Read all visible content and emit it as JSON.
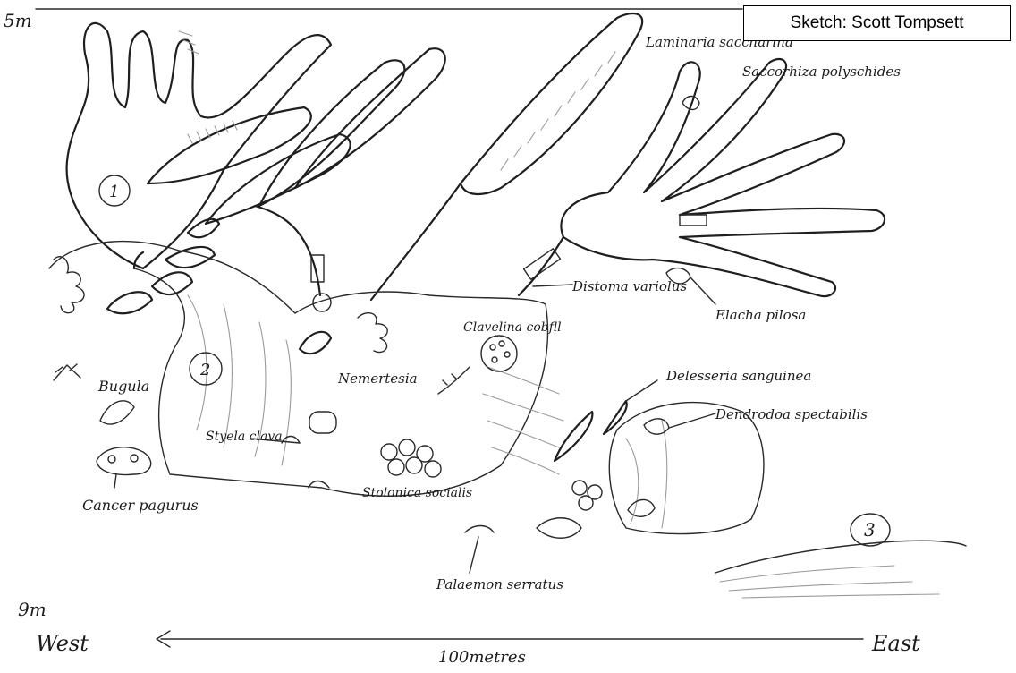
{
  "credit": "Sketch:  Scott Tompsett",
  "depth": {
    "top": "5m",
    "bottom": "9m"
  },
  "orientation": {
    "west": "West",
    "east": "East",
    "distance": "100metres"
  },
  "zones": [
    "1",
    "2",
    "3"
  ],
  "species": {
    "laminaria": "Laminaria saccharina",
    "saccorhiza": "Saccorhiza polyschides",
    "distoma": "Distoma variolus",
    "elachista": "Elacha pilosa",
    "clavelina": "Clavelina cobfll",
    "nemertesia": "Nemertesia",
    "bugula": "Bugula",
    "styela": "Styela clava",
    "delesseria": "Delesseria sanguinea",
    "dendrodoa": "Dendrodoa spectabilis",
    "stolonica": "Stolonica socialis",
    "cancer": "Cancer pagurus",
    "palaemon": "Palaemon serratus"
  }
}
